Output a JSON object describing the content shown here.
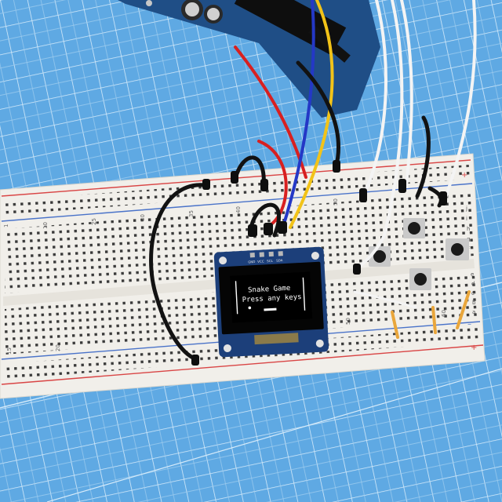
{
  "scene": {
    "description_free": true,
    "colors": {
      "mat": "#5fa9e3",
      "mat_grid": "#d7ecfa",
      "breadboard": "#f1efea",
      "hole": "#3a3a3a",
      "rail_red": "#d94545",
      "rail_blue": "#4a73c9",
      "arduino_pcb": "#1f4e86",
      "oled_pcb": "#1c3f7a",
      "oled_screen": "#050505",
      "wire_red": "#d82020",
      "wire_blue": "#2438c6",
      "wire_yellow": "#f2c318",
      "wire_black": "#121212",
      "wire_white": "#f4f4f4",
      "resistor": "#e9a63b",
      "button": "#1a1a1a"
    }
  },
  "oled": {
    "line1": "Snake Game",
    "line2": "Press any keys",
    "pin_labels": [
      "GND",
      "VCC",
      "SCL",
      "SDA"
    ]
  },
  "breadboard": {
    "column_numbers": [
      "1",
      "5",
      "10",
      "15",
      "20",
      "25",
      "30",
      "35",
      "40",
      "45",
      "50",
      "55",
      "60"
    ],
    "row_letters_bottom": [
      "a",
      "b",
      "c",
      "d",
      "e"
    ],
    "row_letters_top": [
      "f",
      "g",
      "h",
      "i",
      "j"
    ],
    "rail_plus": "+",
    "rail_minus": "–"
  }
}
